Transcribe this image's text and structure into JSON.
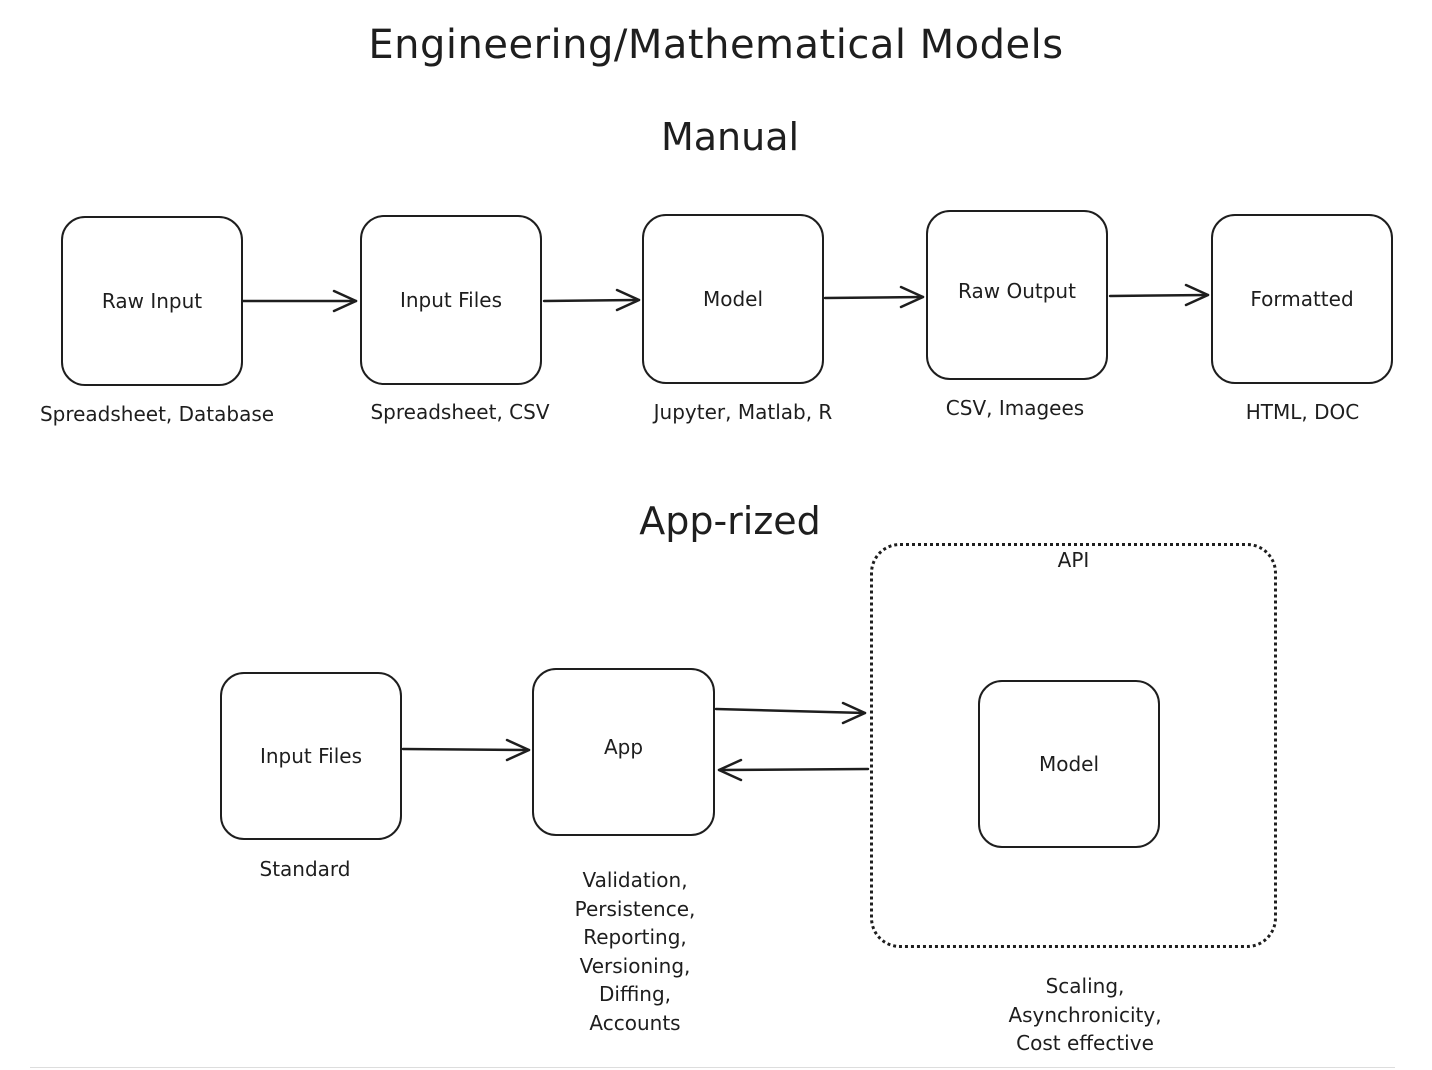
{
  "title": "Engineering/Mathematical Models",
  "manual": {
    "heading": "Manual",
    "steps": [
      {
        "label": "Raw Input",
        "caption": "Spreadsheet, Database"
      },
      {
        "label": "Input Files",
        "caption": "Spreadsheet, CSV"
      },
      {
        "label": "Model",
        "caption": "Jupyter, Matlab, R"
      },
      {
        "label": "Raw Output",
        "caption": "CSV, Imagees"
      },
      {
        "label": "Formatted",
        "caption": "HTML, DOC"
      }
    ]
  },
  "apprized": {
    "heading": "App-rized",
    "input": {
      "label": "Input Files",
      "caption": "Standard"
    },
    "app": {
      "label": "App",
      "caption_lines": [
        "Validation,",
        "Persistence,",
        "Reporting,",
        "Versioning,",
        "Diffing,",
        "Accounts"
      ]
    },
    "api": {
      "label": "API",
      "model_label": "Model",
      "caption_lines": [
        "Scaling,",
        "Asynchronicity,",
        "Cost effective"
      ]
    }
  },
  "colors": {
    "stroke": "#1e1e1e",
    "background": "#ffffff"
  }
}
